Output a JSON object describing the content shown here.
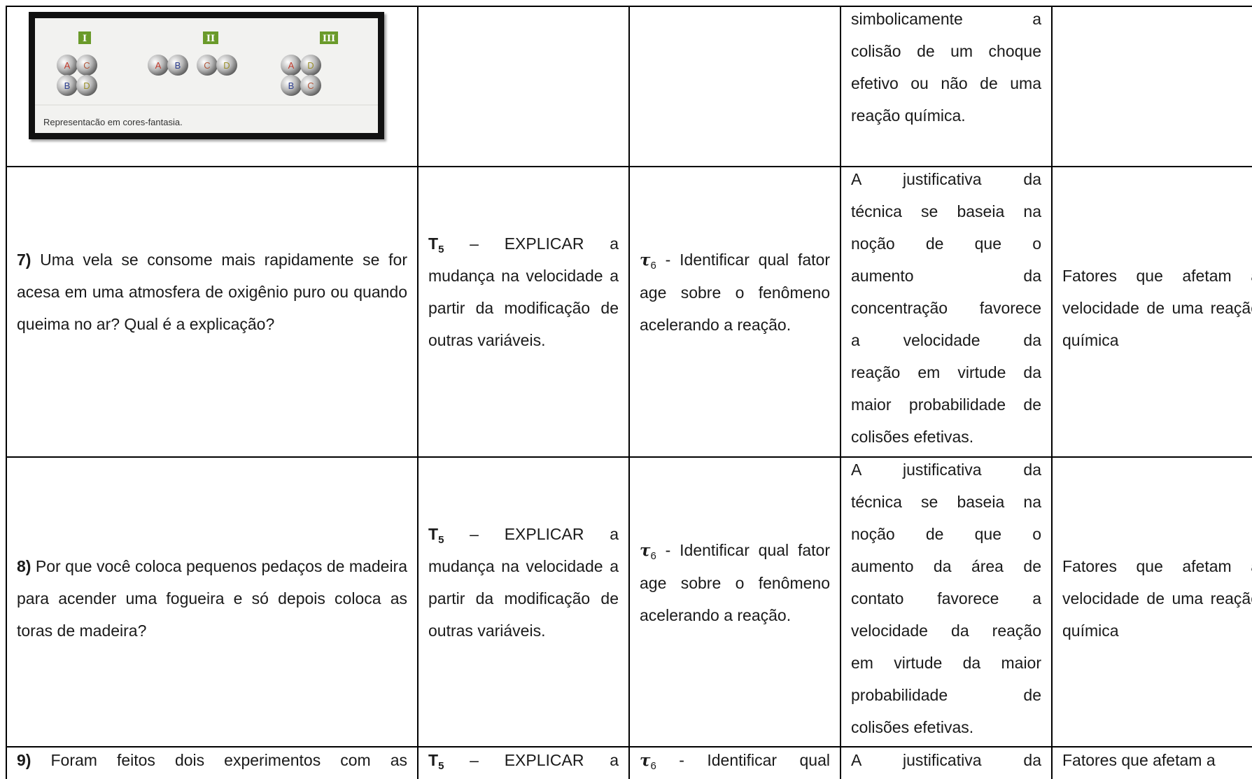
{
  "figure": {
    "roman_labels": [
      "I",
      "II",
      "III"
    ],
    "caption": "Representacão em cores-fantasia.",
    "spheres": [
      {
        "label": "A",
        "color": "#c0392b"
      },
      {
        "label": "B",
        "color": "#2c3e8f"
      },
      {
        "label": "C",
        "color": "#b0563a"
      },
      {
        "label": "D",
        "color": "#9a8f2a"
      }
    ]
  },
  "rows": [
    {
      "col4_lines": [
        "simbolicamente a",
        "colisão de um choque",
        "efetivo ou não de uma",
        "reação química."
      ]
    },
    {
      "question_num": "7)",
      "question_text": "Uma vela se consome mais rapidamente se for acesa em uma atmosfera de oxigênio puro ou quando queima no ar? Qual é a explicação?",
      "task_code": "T",
      "task_sub": "5",
      "task_text": "– EXPLICAR a mudança na velocidade a partir da modificação de outras variáveis.",
      "tech_symbol": "τ",
      "tech_sub": "6",
      "tech_text": "- Identificar qual fator age sobre o fenômeno acelerando a reação.",
      "just_lines": [
        "A justificativa da",
        "técnica se baseia na",
        "noção de que o",
        "aumento da",
        "concentração favorece",
        "a velocidade da",
        "reação em virtude da",
        "maior probabilidade de",
        "colisões efetivas."
      ],
      "theory_text": "Fatores que afetam a velocidade de uma reação química"
    },
    {
      "question_num": "8)",
      "question_text": "Por que você coloca pequenos pedaços de madeira para acender uma fogueira e só depois coloca as toras de madeira?",
      "task_code": "T",
      "task_sub": "5",
      "task_text": "– EXPLICAR a mudança na velocidade a partir da modificação de outras variáveis.",
      "tech_symbol": "τ",
      "tech_sub": "6",
      "tech_text": "- Identificar qual fator age sobre o fenômeno acelerando a reação.",
      "just_lines": [
        "A justificativa da",
        "técnica se baseia na",
        "noção de que o",
        "aumento da área de",
        "contato favorece a",
        "velocidade da reação",
        "em virtude da maior",
        "probabilidade de",
        "colisões efetivas."
      ],
      "theory_text": "Fatores que afetam a velocidade de uma reação química"
    },
    {
      "question_num": "9)",
      "question_text": "Foram feitos dois experimentos com as",
      "task_code": "T",
      "task_sub": "5",
      "task_text": "– EXPLICAR a",
      "tech_symbol": "τ",
      "tech_sub": "6",
      "tech_text": "- Identificar qual",
      "just_lines": [
        "A justificativa da"
      ],
      "theory_text": "Fatores que afetam a"
    }
  ]
}
